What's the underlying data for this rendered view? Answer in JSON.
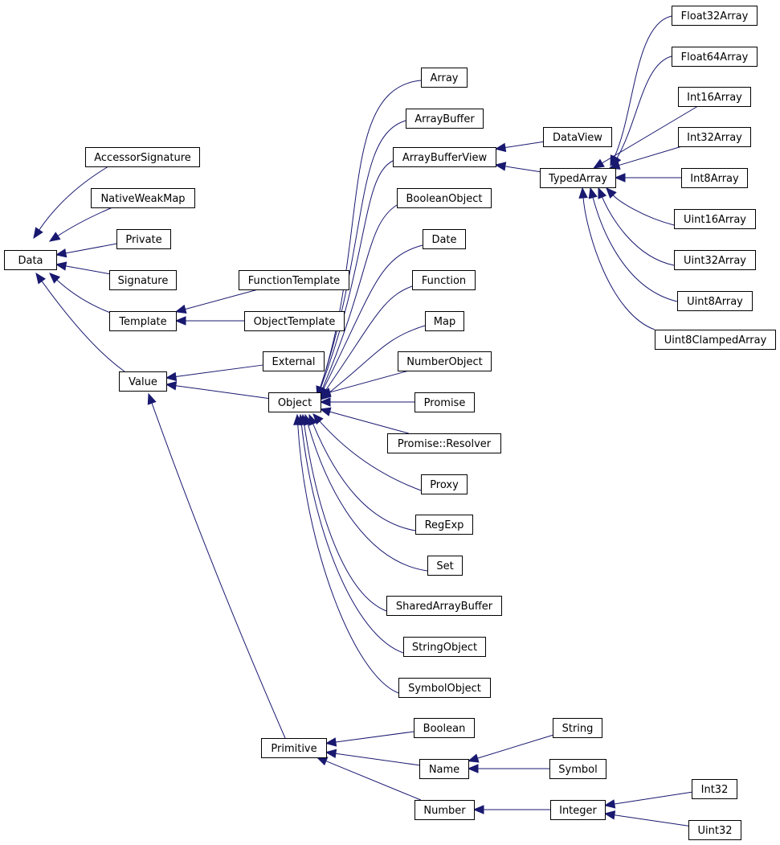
{
  "diagram": {
    "type": "class-inheritance-graph",
    "colors": {
      "edge": "#191970",
      "node_border": "#000000",
      "node_fill": "#ffffff"
    },
    "nodes": [
      {
        "id": "Data",
        "label": "Data"
      },
      {
        "id": "AccessorSignature",
        "label": "AccessorSignature"
      },
      {
        "id": "NativeWeakMap",
        "label": "NativeWeakMap"
      },
      {
        "id": "Private",
        "label": "Private"
      },
      {
        "id": "Signature",
        "label": "Signature"
      },
      {
        "id": "Template",
        "label": "Template"
      },
      {
        "id": "Value",
        "label": "Value"
      },
      {
        "id": "FunctionTemplate",
        "label": "FunctionTemplate"
      },
      {
        "id": "ObjectTemplate",
        "label": "ObjectTemplate"
      },
      {
        "id": "External",
        "label": "External"
      },
      {
        "id": "Object",
        "label": "Object"
      },
      {
        "id": "Primitive",
        "label": "Primitive"
      },
      {
        "id": "Array",
        "label": "Array"
      },
      {
        "id": "ArrayBuffer",
        "label": "ArrayBuffer"
      },
      {
        "id": "ArrayBufferView",
        "label": "ArrayBufferView"
      },
      {
        "id": "BooleanObject",
        "label": "BooleanObject"
      },
      {
        "id": "Date",
        "label": "Date"
      },
      {
        "id": "Function",
        "label": "Function"
      },
      {
        "id": "Map",
        "label": "Map"
      },
      {
        "id": "NumberObject",
        "label": "NumberObject"
      },
      {
        "id": "Promise",
        "label": "Promise"
      },
      {
        "id": "PromiseResolver",
        "label": "Promise::Resolver"
      },
      {
        "id": "Proxy",
        "label": "Proxy"
      },
      {
        "id": "RegExp",
        "label": "RegExp"
      },
      {
        "id": "Set",
        "label": "Set"
      },
      {
        "id": "SharedArrayBuffer",
        "label": "SharedArrayBuffer"
      },
      {
        "id": "StringObject",
        "label": "StringObject"
      },
      {
        "id": "SymbolObject",
        "label": "SymbolObject"
      },
      {
        "id": "Boolean",
        "label": "Boolean"
      },
      {
        "id": "Name",
        "label": "Name"
      },
      {
        "id": "Number",
        "label": "Number"
      },
      {
        "id": "String",
        "label": "String"
      },
      {
        "id": "Symbol",
        "label": "Symbol"
      },
      {
        "id": "Integer",
        "label": "Integer"
      },
      {
        "id": "Int32",
        "label": "Int32"
      },
      {
        "id": "Uint32",
        "label": "Uint32"
      },
      {
        "id": "DataView",
        "label": "DataView"
      },
      {
        "id": "TypedArray",
        "label": "TypedArray"
      },
      {
        "id": "Float32Array",
        "label": "Float32Array"
      },
      {
        "id": "Float64Array",
        "label": "Float64Array"
      },
      {
        "id": "Int16Array",
        "label": "Int16Array"
      },
      {
        "id": "Int32Array",
        "label": "Int32Array"
      },
      {
        "id": "Int8Array",
        "label": "Int8Array"
      },
      {
        "id": "Uint16Array",
        "label": "Uint16Array"
      },
      {
        "id": "Uint32Array",
        "label": "Uint32Array"
      },
      {
        "id": "Uint8Array",
        "label": "Uint8Array"
      },
      {
        "id": "Uint8ClampedArray",
        "label": "Uint8ClampedArray"
      }
    ],
    "edges": [
      {
        "child": "AccessorSignature",
        "parent": "Data"
      },
      {
        "child": "NativeWeakMap",
        "parent": "Data"
      },
      {
        "child": "Private",
        "parent": "Data"
      },
      {
        "child": "Signature",
        "parent": "Data"
      },
      {
        "child": "Template",
        "parent": "Data"
      },
      {
        "child": "Value",
        "parent": "Data"
      },
      {
        "child": "FunctionTemplate",
        "parent": "Template"
      },
      {
        "child": "ObjectTemplate",
        "parent": "Template"
      },
      {
        "child": "External",
        "parent": "Value"
      },
      {
        "child": "Object",
        "parent": "Value"
      },
      {
        "child": "Primitive",
        "parent": "Value"
      },
      {
        "child": "Array",
        "parent": "Object"
      },
      {
        "child": "ArrayBuffer",
        "parent": "Object"
      },
      {
        "child": "ArrayBufferView",
        "parent": "Object"
      },
      {
        "child": "BooleanObject",
        "parent": "Object"
      },
      {
        "child": "Date",
        "parent": "Object"
      },
      {
        "child": "Function",
        "parent": "Object"
      },
      {
        "child": "Map",
        "parent": "Object"
      },
      {
        "child": "NumberObject",
        "parent": "Object"
      },
      {
        "child": "Promise",
        "parent": "Object"
      },
      {
        "child": "PromiseResolver",
        "parent": "Object"
      },
      {
        "child": "Proxy",
        "parent": "Object"
      },
      {
        "child": "RegExp",
        "parent": "Object"
      },
      {
        "child": "Set",
        "parent": "Object"
      },
      {
        "child": "SharedArrayBuffer",
        "parent": "Object"
      },
      {
        "child": "StringObject",
        "parent": "Object"
      },
      {
        "child": "SymbolObject",
        "parent": "Object"
      },
      {
        "child": "Boolean",
        "parent": "Primitive"
      },
      {
        "child": "Name",
        "parent": "Primitive"
      },
      {
        "child": "Number",
        "parent": "Primitive"
      },
      {
        "child": "String",
        "parent": "Name"
      },
      {
        "child": "Symbol",
        "parent": "Name"
      },
      {
        "child": "Integer",
        "parent": "Number"
      },
      {
        "child": "Int32",
        "parent": "Integer"
      },
      {
        "child": "Uint32",
        "parent": "Integer"
      },
      {
        "child": "DataView",
        "parent": "ArrayBufferView"
      },
      {
        "child": "TypedArray",
        "parent": "ArrayBufferView"
      },
      {
        "child": "Float32Array",
        "parent": "TypedArray"
      },
      {
        "child": "Float64Array",
        "parent": "TypedArray"
      },
      {
        "child": "Int16Array",
        "parent": "TypedArray"
      },
      {
        "child": "Int32Array",
        "parent": "TypedArray"
      },
      {
        "child": "Int8Array",
        "parent": "TypedArray"
      },
      {
        "child": "Uint16Array",
        "parent": "TypedArray"
      },
      {
        "child": "Uint32Array",
        "parent": "TypedArray"
      },
      {
        "child": "Uint8Array",
        "parent": "TypedArray"
      },
      {
        "child": "Uint8ClampedArray",
        "parent": "TypedArray"
      }
    ]
  }
}
